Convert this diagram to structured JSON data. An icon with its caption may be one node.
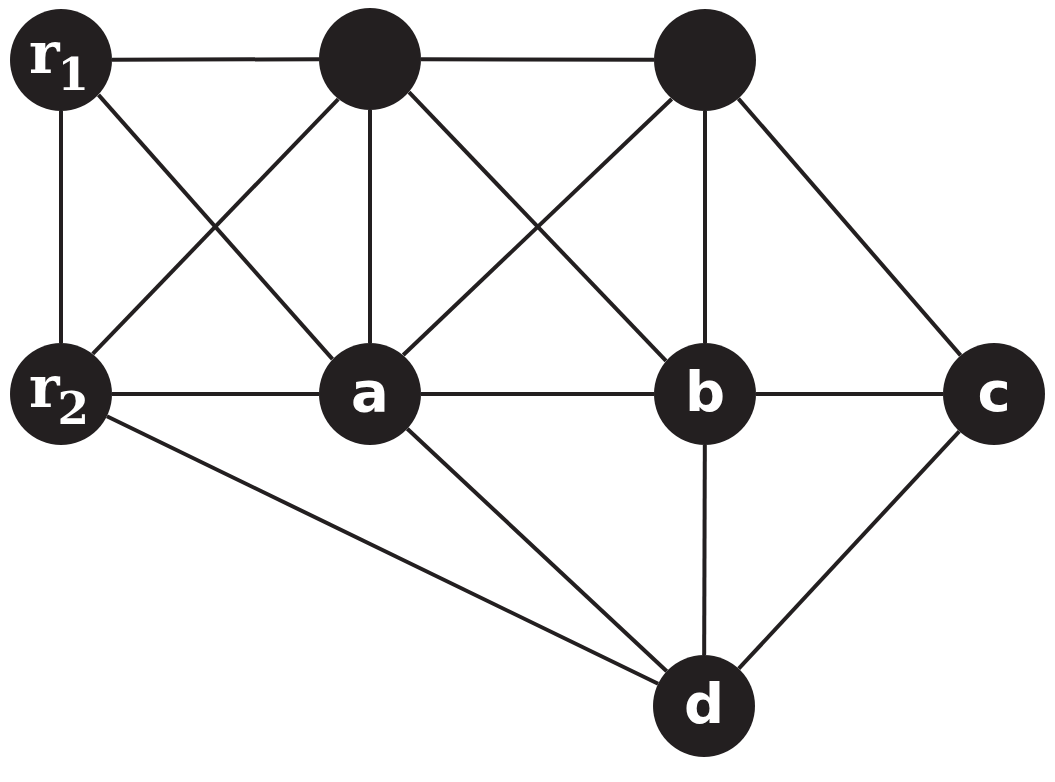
{
  "diagram": {
    "nodes": [
      {
        "text": [
          "r$_{1}$"
        ]
      },
      {
        "text": [],
        "shape": "circle"
      },
      {
        "text": [],
        "shape": "circle"
      },
      {
        "text": [
          "r$_{2}$"
        ]
      },
      {
        "text": [
          "a"
        ]
      },
      {
        "text": [
          "b"
        ]
      },
      {
        "text": [
          "c"
        ]
      },
      {
        "text": [
          "d"
        ]
      }
    ],
    "edges": [
      {
        "from": 0,
        "to": 1,
        "arrow": "none"
      },
      {
        "from": 1,
        "to": 2,
        "arrow": "none"
      },
      {
        "from": 0,
        "to": 3,
        "arrow": "none"
      },
      {
        "from": 0,
        "to": 4,
        "arrow": "none"
      },
      {
        "from": 1,
        "to": 3,
        "arrow": "none"
      },
      {
        "from": 1,
        "to": 4,
        "arrow": "none"
      },
      {
        "from": 1,
        "to": 5,
        "arrow": "none"
      },
      {
        "from": 2,
        "to": 4,
        "arrow": "none"
      },
      {
        "from": 2,
        "to": 5,
        "arrow": "none"
      },
      {
        "from": 2,
        "to": 6,
        "arrow": "none"
      },
      {
        "from": 3,
        "to": 4,
        "arrow": "none"
      },
      {
        "from": 4,
        "to": 5,
        "arrow": "none"
      },
      {
        "from": 5,
        "to": 6,
        "arrow": "none"
      },
      {
        "from": 3,
        "to": 7,
        "arrow": "none"
      },
      {
        "from": 4,
        "to": 7,
        "arrow": "none"
      },
      {
        "from": 5,
        "to": 7,
        "arrow": "none"
      },
      {
        "from": 6,
        "to": 7,
        "arrow": "none"
      }
    ]
  }
}
